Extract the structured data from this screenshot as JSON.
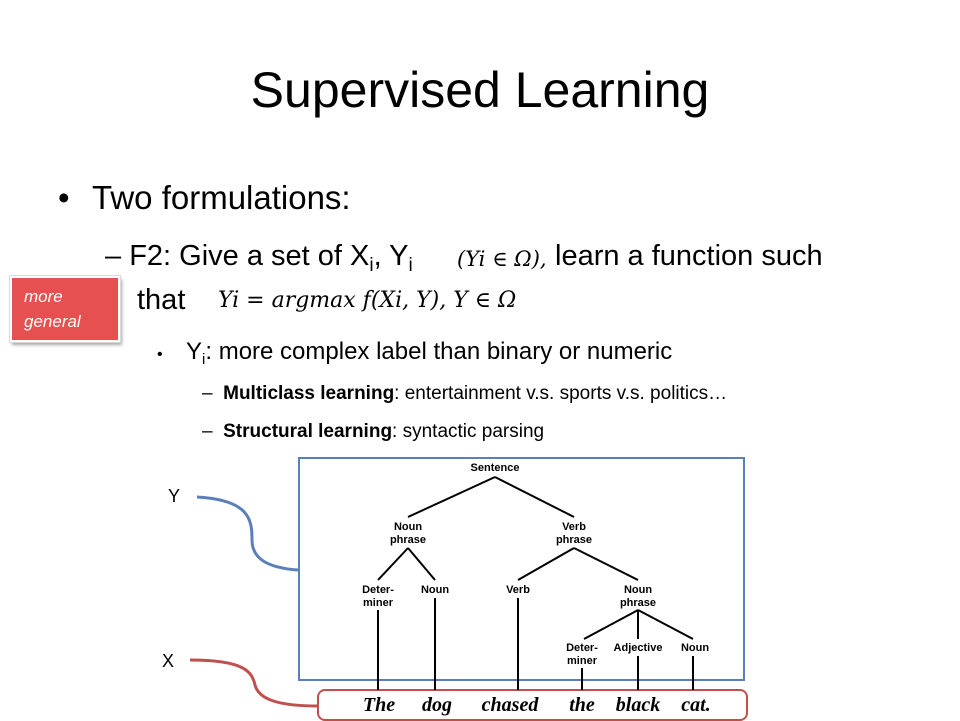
{
  "slide": {
    "title": "Supervised Learning",
    "bullet1": "Two formulations:",
    "f2_prefix": "F2: Give a set of X",
    "f2_sub_i1": "i",
    "f2_comma": ", Y",
    "f2_sub_i2": "i",
    "f2_formula_inline": "(Yi ∈ Ω),",
    "f2_suffix": "learn a function such",
    "f2_that": "that",
    "f2_formula_main": "Yi = argmax f(Xi, Y), Y ∈ Ω",
    "yi_prefix": "Y",
    "yi_sub": "i",
    "yi_text": ": more complex label than binary or numeric",
    "multiclass_bold": "Multiclass learning",
    "multiclass_rest": ": entertainment v.s. sports v.s. politics…",
    "structural_bold": "Structural learning",
    "structural_rest": ": syntactic parsing",
    "callout_line1": "more",
    "callout_line2": "general",
    "label_y": "Y",
    "label_x": "X"
  },
  "parse_tree": {
    "root": "Sentence",
    "np1": [
      "Noun",
      "phrase"
    ],
    "vp": [
      "Verb",
      "phrase"
    ],
    "det1": [
      "Deter-",
      "miner"
    ],
    "noun1": "Noun",
    "verb": "Verb",
    "np2": [
      "Noun",
      "phrase"
    ],
    "det2": [
      "Deter-",
      "miner"
    ],
    "adjective": "Adjective",
    "noun2": "Noun",
    "words": [
      "The",
      "dog",
      "chased",
      "the",
      "black",
      "cat."
    ]
  },
  "colors": {
    "callout_fill": "#e65050",
    "tree_border": "#5b7fb8",
    "word_border": "#c0504d",
    "y_connector": "#5b7fb8",
    "x_connector": "#c0504d"
  }
}
